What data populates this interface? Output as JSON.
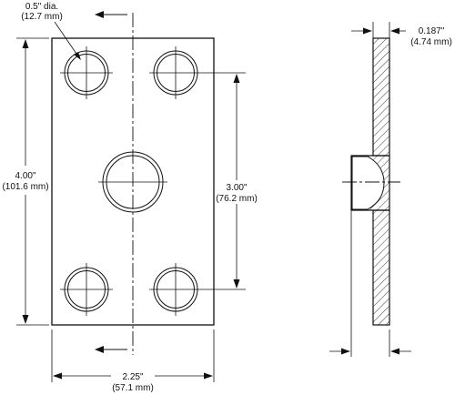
{
  "front_view": {
    "hole_callout": {
      "line1": "0.5\" dia.",
      "line2": "(12.7 mm)"
    },
    "height_dim": {
      "line1": "4.00\"",
      "line2": "(101.6 mm)"
    },
    "hole_spacing_dim": {
      "line1": "3.00\"",
      "line2": "(76.2 mm)"
    },
    "width_dim": {
      "line1": "2.25\"",
      "line2": "(57.1 mm)"
    }
  },
  "side_view": {
    "thickness_dim": {
      "line1": "0.187\"",
      "line2": "(4.74 mm)"
    }
  },
  "colors": {
    "line": "#111111",
    "background": "#ffffff"
  }
}
